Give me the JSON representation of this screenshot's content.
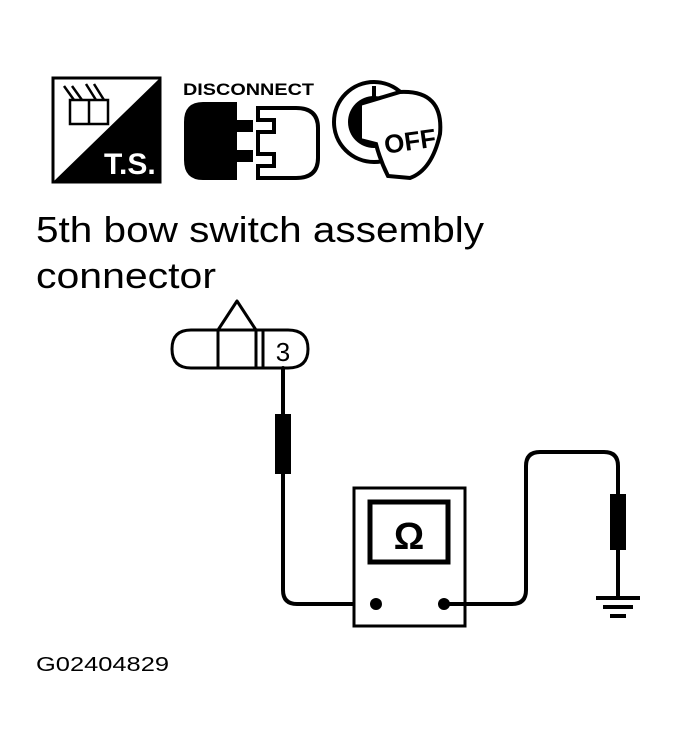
{
  "icons": {
    "ts_label": "T.S.",
    "disconnect_label": "DISCONNECT",
    "ignition_off_label": "OFF"
  },
  "title": {
    "line1": "5th bow switch assembly",
    "line2": "connector"
  },
  "connector": {
    "terminal": "3"
  },
  "meter": {
    "symbol": "Ω"
  },
  "figure_id": "G02404829",
  "colors": {
    "ink": "#000000",
    "paper": "#ffffff"
  }
}
